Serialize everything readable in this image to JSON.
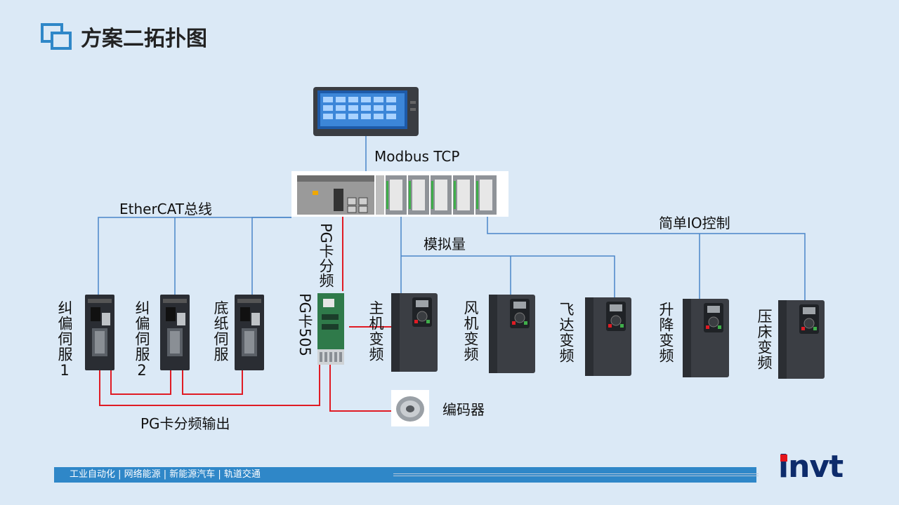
{
  "page": {
    "title": "方案二拓扑图"
  },
  "links": {
    "modbus": "Modbus TCP",
    "ethercat": "EtherCAT总线",
    "analog": "模拟量",
    "simple_io": "简单IO控制",
    "pg_divider": "PG卡分频",
    "pg_output": "PG卡分频输出"
  },
  "devices": {
    "servo1": "纠偏伺服1",
    "servo2": "纠偏伺服2",
    "servo3": "底纸伺服",
    "pg_card": "PG卡505",
    "vfd_main": "主机变频",
    "vfd_fan": "风机变频",
    "vfd_fly": "飞达变频",
    "vfd_lift": "升降变频",
    "vfd_press": "压床变频",
    "encoder": "编码器"
  },
  "footer": {
    "tagline": "工业自动化  |  网络能源  |  新能源汽车  |  轨道交通",
    "brand": "invt"
  },
  "colors": {
    "ethernet": "#4a86c8",
    "pg_line": "#e01b24",
    "accent": "#2f87c8",
    "brand": "#0d2b6b"
  }
}
